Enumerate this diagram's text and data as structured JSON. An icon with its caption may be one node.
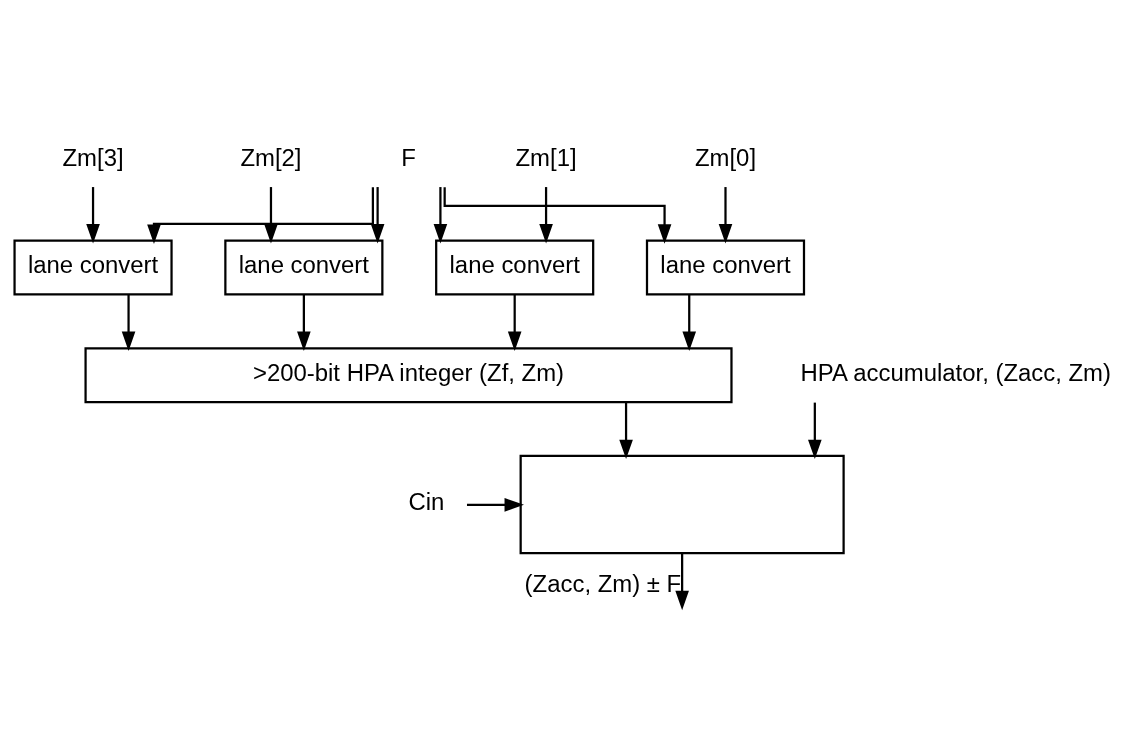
{
  "diagram": {
    "nodes": [
      {
        "text": [
          "F"
        ]
      },
      {
        "text": [
          "Zm[3]"
        ]
      },
      {
        "text": [
          "Zm[2]"
        ]
      },
      {
        "text": [
          "Zm[1]"
        ]
      },
      {
        "text": [
          "Zm[0]"
        ]
      },
      {
        "text": [
          "lane convert"
        ]
      },
      {
        "text": [
          "lane convert"
        ]
      },
      {
        "text": [
          "lane convert"
        ]
      },
      {
        "text": [
          "lane convert"
        ]
      },
      {
        "text": [
          ">200-bit HPA integer (Zf, Zm)"
        ]
      },
      {
        "text": [
          "HPA accumulator, (Zacc, Zm)"
        ]
      },
      {
        "text": [],
        "shape": "trapezoid"
      },
      {
        "text": [
          "Cin"
        ]
      }
    ],
    "edges": [
      {
        "from": 0,
        "to": 5,
        "arrow": "to"
      },
      {
        "from": 0,
        "to": 6,
        "arrow": "to"
      },
      {
        "from": 0,
        "to": 7,
        "arrow": "to"
      },
      {
        "from": 0,
        "to": 8,
        "arrow": "to"
      },
      {
        "from": 1,
        "to": 5,
        "arrow": "to"
      },
      {
        "from": 2,
        "to": 6,
        "arrow": "to"
      },
      {
        "from": 3,
        "to": 7,
        "arrow": "to"
      },
      {
        "from": 4,
        "to": 8,
        "arrow": "to"
      },
      {
        "from": 5,
        "to": 9,
        "arrow": "to"
      },
      {
        "from": 6,
        "to": 9,
        "arrow": "to"
      },
      {
        "from": 7,
        "to": 9,
        "arrow": "to"
      },
      {
        "from": 8,
        "to": 9,
        "arrow": "to"
      },
      {
        "from": 9,
        "to": 11,
        "arrow": "to"
      },
      {
        "from": 10,
        "to": 11,
        "arrow": "to"
      },
      {
        "from": 12,
        "to": 11,
        "arrow": "to"
      },
      {
        "from": 11,
        "to": null,
        "arrow": "to",
        "label": "(Zacc, Zm) ± F"
      }
    ]
  }
}
